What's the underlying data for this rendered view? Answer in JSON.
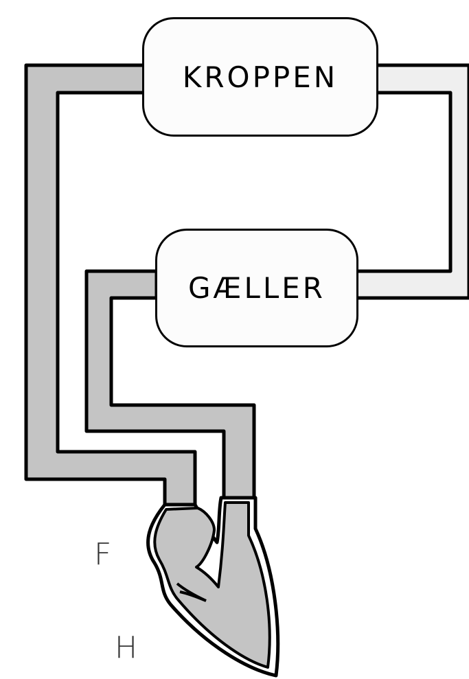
{
  "organs": {
    "body": "KROPPEN",
    "gills": "GÆLLER"
  },
  "heart_labels": {
    "upper": "F",
    "lower": "H"
  },
  "colors": {
    "vessel_deoxygenated": "#c4c4c4",
    "vessel_oxygenated": "#efefef",
    "heart_fill": "#c4c4c4",
    "outline": "#000000",
    "box_fill": "#fcfcfc"
  }
}
